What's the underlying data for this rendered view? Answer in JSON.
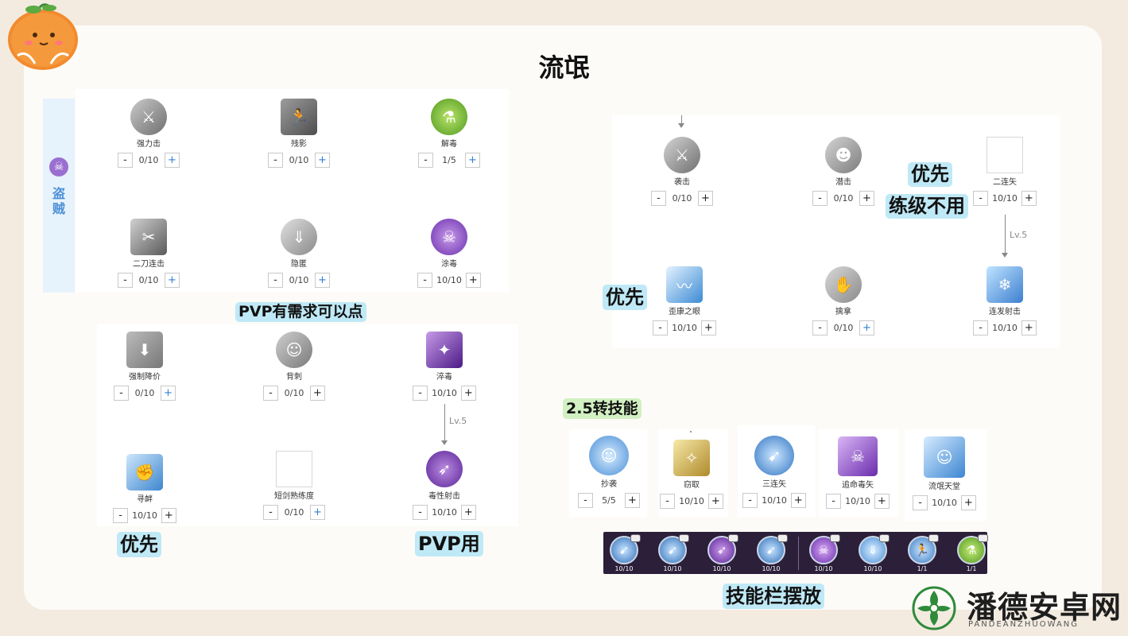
{
  "title": "流氓",
  "side_tab": {
    "label": "盗贼"
  },
  "panel_a": {
    "skills": [
      {
        "name": "强力击",
        "value": "0/10",
        "icon": "dagger-strike-icon"
      },
      {
        "name": "残影",
        "value": "0/10",
        "icon": "afterimage-icon"
      },
      {
        "name": "解毒",
        "value": "1/5",
        "icon": "antidote-icon"
      },
      {
        "name": "二刀连击",
        "value": "0/10",
        "icon": "double-blade-icon"
      },
      {
        "name": "隐匿",
        "value": "0/10",
        "icon": "stealth-icon"
      },
      {
        "name": "涂毒",
        "value": "10/10",
        "icon": "poison-coat-icon"
      }
    ]
  },
  "panel_b": {
    "skills": [
      {
        "name": "强制降价",
        "value": "0/10",
        "icon": "price-down-icon"
      },
      {
        "name": "背刺",
        "value": "0/10",
        "icon": "backstab-icon"
      },
      {
        "name": "淬毒",
        "value": "10/10",
        "icon": "envenom-icon"
      },
      {
        "name": "寻衅",
        "value": "10/10",
        "icon": "provoke-icon"
      },
      {
        "name": "短剑熟练度",
        "value": "0/10",
        "icon": "broken-image-icon"
      },
      {
        "name": "毒性射击",
        "value": "10/10",
        "icon": "toxic-shot-icon"
      }
    ],
    "lv": "Lv.5"
  },
  "panel_c": {
    "skills": [
      {
        "name": "袭击",
        "value": "0/10",
        "icon": "raid-icon"
      },
      {
        "name": "潜击",
        "value": "0/10",
        "icon": "sneak-attack-icon"
      },
      {
        "name": "二连矢",
        "value": "10/10",
        "icon": "broken-image-icon"
      },
      {
        "name": "歪康之眼",
        "value": "10/10",
        "icon": "eye-slash-icon"
      },
      {
        "name": "擒拿",
        "value": "0/10",
        "icon": "capture-icon"
      },
      {
        "name": "连发射击",
        "value": "10/10",
        "icon": "rapid-fire-icon"
      }
    ],
    "lv": "Lv.5"
  },
  "panel_d": {
    "skills": [
      {
        "name": "抄袭",
        "value": "5/5",
        "icon": "plagiarize-icon"
      },
      {
        "name": "窃取",
        "value": "10/10",
        "icon": "steal-icon"
      },
      {
        "name": "三连矢",
        "value": "10/10",
        "icon": "triple-arrow-icon"
      },
      {
        "name": "追命毒矢",
        "value": "10/10",
        "icon": "death-poison-arrow-icon"
      },
      {
        "name": "流氓天堂",
        "value": "10/10",
        "icon": "rogue-heaven-icon"
      }
    ]
  },
  "hotbar": {
    "slots": [
      {
        "count": "10/10",
        "icon": "bow-icon"
      },
      {
        "count": "10/10",
        "icon": "bow-icon"
      },
      {
        "count": "10/10",
        "icon": "toxic-shot-icon"
      },
      {
        "count": "10/10",
        "icon": "bow-icon"
      },
      {
        "count": "10/10",
        "icon": "poison-coat-icon"
      },
      {
        "count": "10/10",
        "icon": "stealth-icon"
      },
      {
        "count": "1/1",
        "icon": "afterimage-icon"
      },
      {
        "count": "1/1",
        "icon": "antidote-icon"
      }
    ]
  },
  "annotations": {
    "pvp_need": "PVP有需求可以点",
    "priority_left": "优先",
    "pvp_use": "PVP用",
    "priority_top": "优先",
    "no_level": "练级不用",
    "priority_mid": "优先",
    "skill_25": "2.5转技能",
    "hotbar_label": "技能栏摆放"
  },
  "brand": {
    "name": "潘德安卓网",
    "sub": "PANDEANZHUOWANG"
  },
  "colors": {
    "bg": "#f3ebe0",
    "highlight_blue": "#bfe9f6",
    "highlight_green": "#d2f0c2",
    "accent_plus": "#2f7fd8"
  }
}
